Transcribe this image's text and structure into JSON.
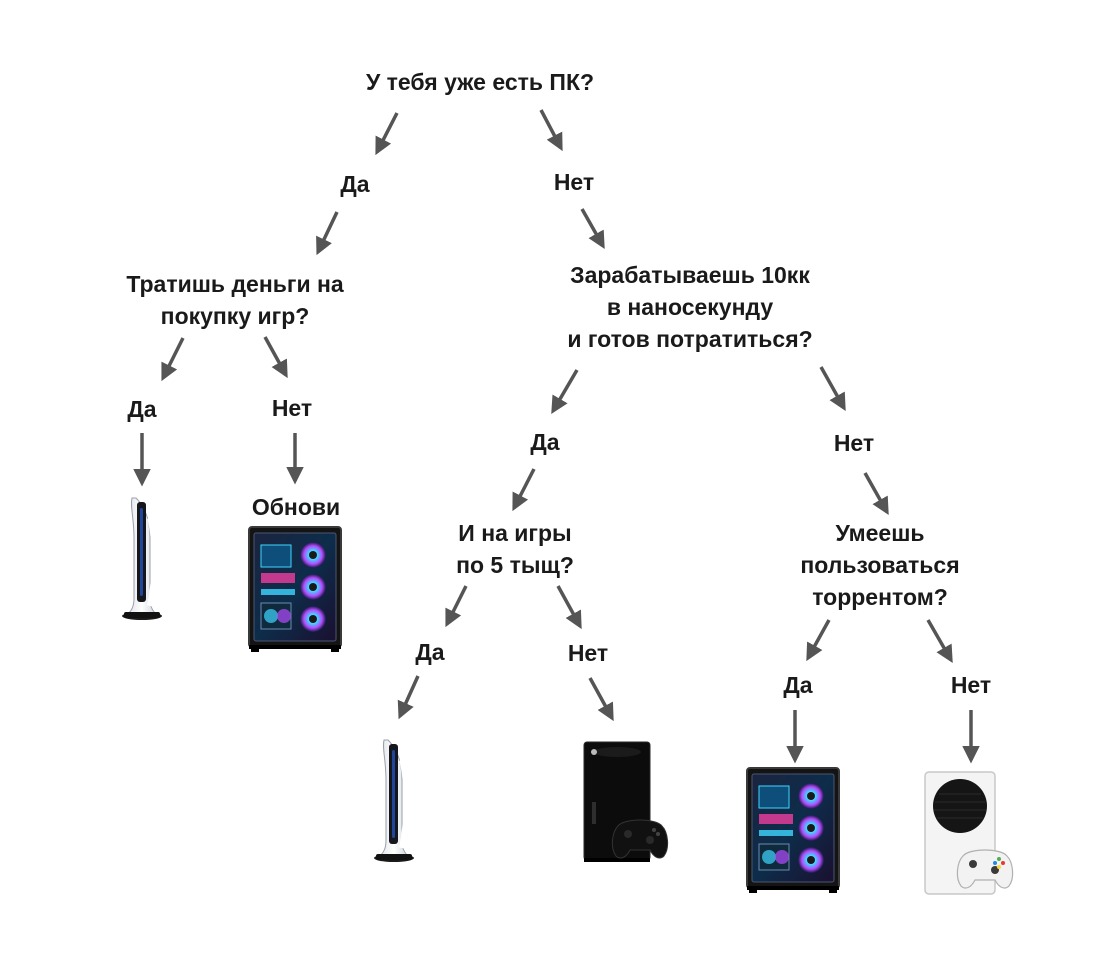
{
  "diagram": {
    "nodes": [
      {
        "id": "q_pc",
        "text": "У тебя уже есть ПК?"
      },
      {
        "id": "a_yes_1",
        "text": "Да"
      },
      {
        "id": "a_no_1",
        "text": "Нет"
      },
      {
        "id": "q_spend",
        "text": "Тратишь деньги на\nпокупку игр?"
      },
      {
        "id": "q_earn",
        "text": "Зарабатываешь 10кк\nв наносекунду\nи готов потратиться?"
      },
      {
        "id": "a_yes_2",
        "text": "Да"
      },
      {
        "id": "a_no_2",
        "text": "Нет"
      },
      {
        "id": "r_upgrade",
        "text": "Обнови"
      },
      {
        "id": "a_yes_3",
        "text": "Да"
      },
      {
        "id": "a_no_3",
        "text": "Нет"
      },
      {
        "id": "q_games",
        "text": "И на игры\nпо 5 тыщ?"
      },
      {
        "id": "q_torrent",
        "text": "Умеешь\nпользоваться\nторрентом?"
      },
      {
        "id": "a_yes_4",
        "text": "Да"
      },
      {
        "id": "a_no_4",
        "text": "Нет"
      },
      {
        "id": "a_yes_5",
        "text": "Да"
      },
      {
        "id": "a_no_5",
        "text": "Нет"
      }
    ],
    "images": [
      {
        "id": "img_ps5_1",
        "icon": "playstation-5-console-icon"
      },
      {
        "id": "img_pc_1",
        "icon": "gaming-pc-icon"
      },
      {
        "id": "img_ps5_2",
        "icon": "playstation-5-console-icon"
      },
      {
        "id": "img_xbox_x",
        "icon": "xbox-series-x-icon"
      },
      {
        "id": "img_pc_2",
        "icon": "gaming-pc-icon"
      },
      {
        "id": "img_xbox_s",
        "icon": "xbox-series-s-icon"
      }
    ],
    "colors": {
      "text": "#1a1a1a",
      "arrow": "#555555",
      "background": "#ffffff"
    }
  }
}
